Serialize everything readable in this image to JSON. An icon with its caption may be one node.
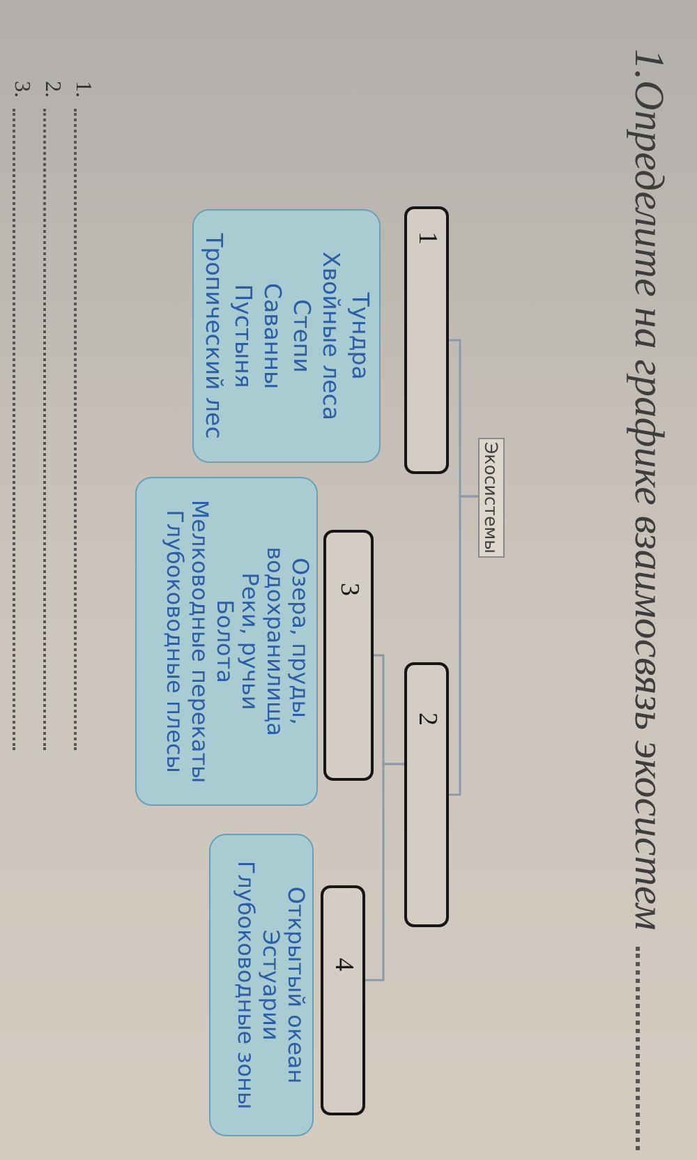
{
  "diagram": {
    "title": "1.Определите на графике взаимосвязь экосистем",
    "nodes": [
      {
        "text": [
          "Экосистемы"
        ]
      },
      {
        "text": [
          "1"
        ]
      },
      {
        "text": [
          "Тундра",
          "Хвойные леса",
          "Степи",
          "Саванны",
          "Пустыня",
          "Тропический лес"
        ]
      },
      {
        "text": [
          "2"
        ]
      },
      {
        "text": [
          "3"
        ]
      },
      {
        "text": [
          "Озера, пруды, водохранилища",
          "Реки, ручьи",
          "Болота",
          "Мелководные перекаты",
          "Глубоководные плесы"
        ]
      },
      {
        "text": [
          "4"
        ]
      },
      {
        "text": [
          "Открытый океан",
          "Эстуарии",
          "Глубоководные зоны"
        ]
      }
    ],
    "edges": [
      {
        "from": 0,
        "to": 1,
        "arrow": "none"
      },
      {
        "from": 0,
        "to": 3,
        "arrow": "none"
      },
      {
        "from": 3,
        "to": 4,
        "arrow": "none"
      },
      {
        "from": 3,
        "to": 6,
        "arrow": "none"
      }
    ],
    "labels": [
      "1.",
      "2.",
      "3."
    ]
  }
}
